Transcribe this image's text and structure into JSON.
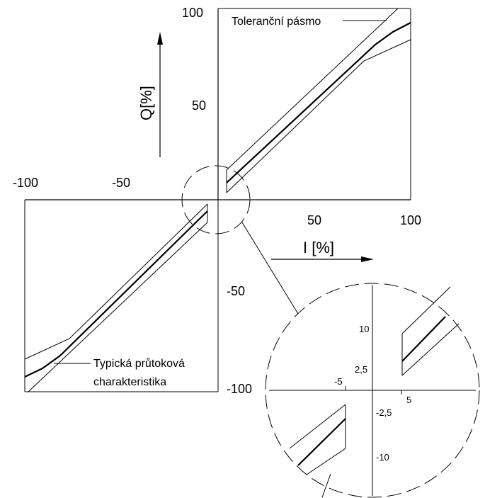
{
  "colors": {
    "ink": "#000000",
    "background": "#ffffff"
  },
  "axes": {
    "y_title": "Q[%]",
    "x_title": "I [%]",
    "y_ticks": [
      "100",
      "50",
      "-50",
      "-100"
    ],
    "x_ticks_positive": [
      "50",
      "100"
    ],
    "x_ticks_negative": [
      "-100",
      "-50"
    ]
  },
  "annotations": {
    "tolerance_band": "Toleranční pásmo",
    "typical_line1": "Typická průtoková",
    "typical_line2": "charakteristika"
  },
  "detail": {
    "y_ticks": [
      "10",
      "2,5",
      "-2,5",
      "-10"
    ],
    "x_ticks": [
      "-5",
      "5"
    ]
  }
}
